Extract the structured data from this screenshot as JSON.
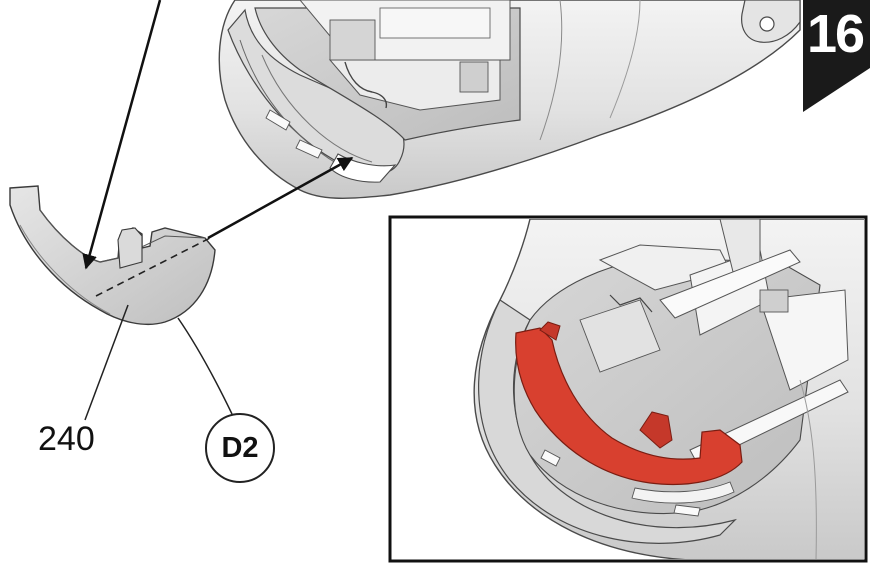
{
  "step": {
    "number": "16"
  },
  "callouts": {
    "part_number": "240",
    "reference": "D2"
  },
  "colors": {
    "highlight_part": "#d8402f",
    "housing": "#e9e9e9",
    "outline": "#4a4a4a",
    "badge": "#1a1a1a"
  }
}
